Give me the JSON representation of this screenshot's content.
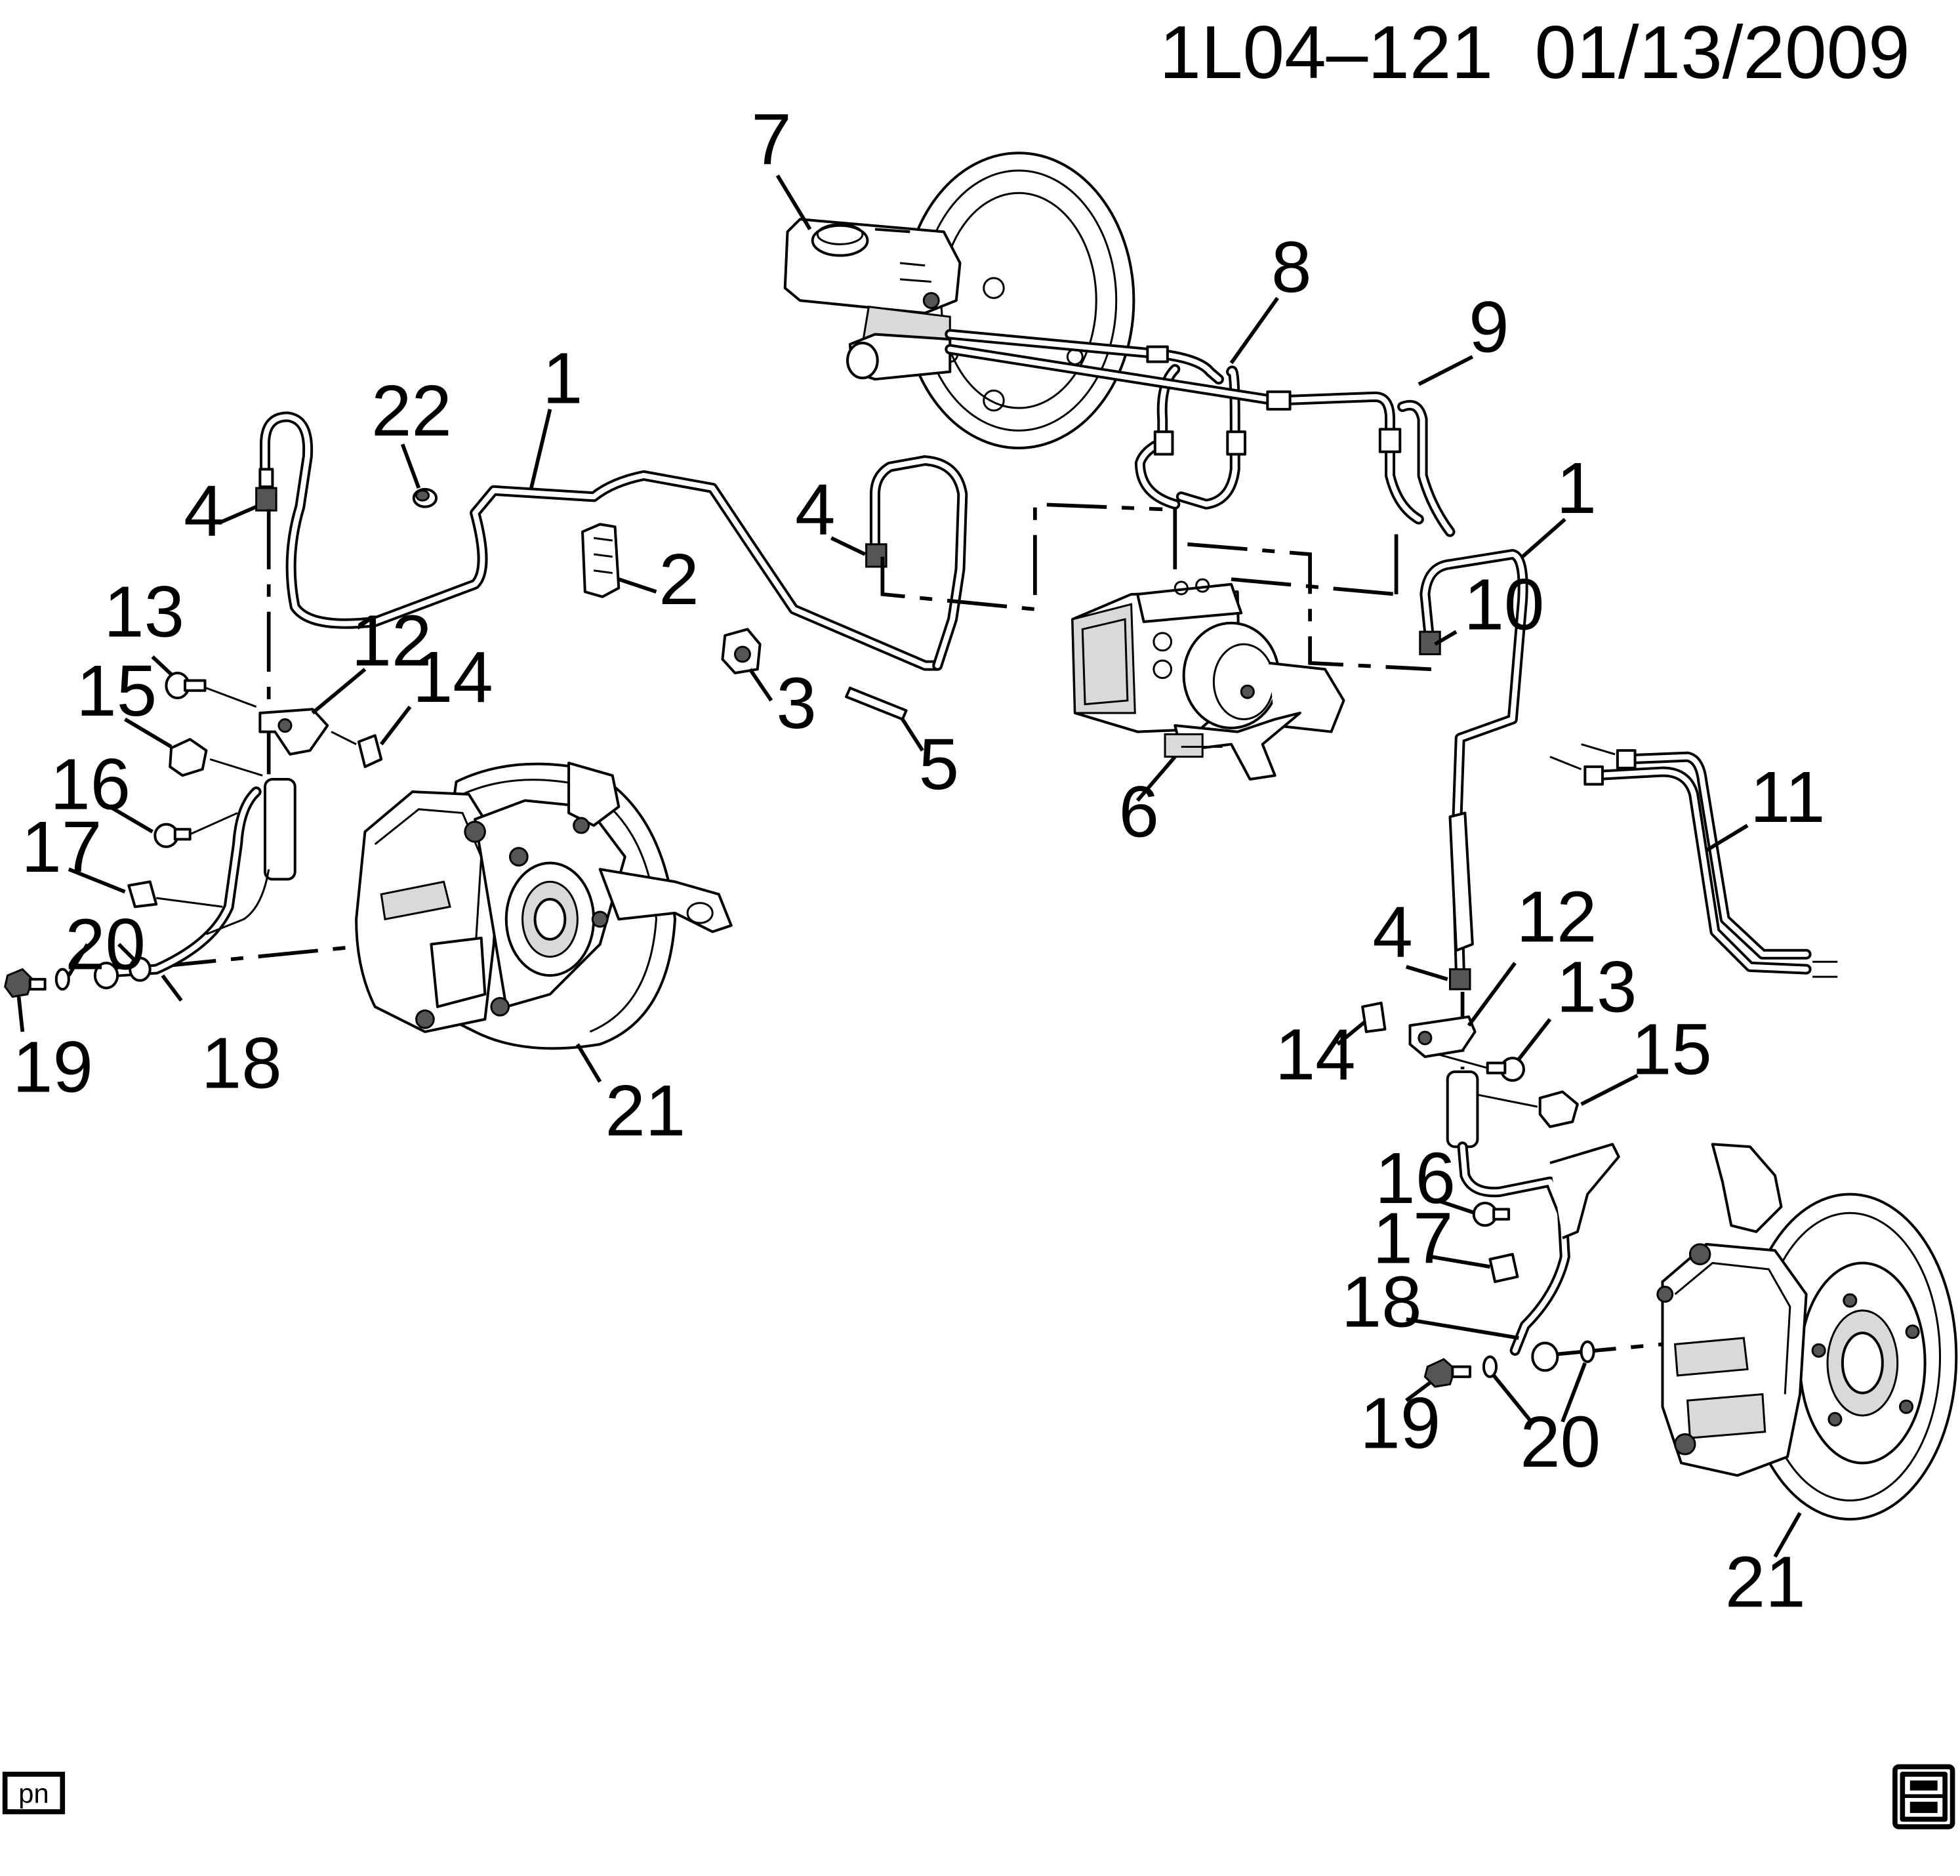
{
  "drawing_id": "1L04–121  01/13/2009",
  "corner_badge": {
    "label": "pn",
    "icon": "gm-spo-logo-icon"
  },
  "callouts": [
    {
      "id": "c1a",
      "label": "1"
    },
    {
      "id": "c1b",
      "label": "1"
    },
    {
      "id": "c2",
      "label": "2"
    },
    {
      "id": "c3",
      "label": "3"
    },
    {
      "id": "c4a",
      "label": "4"
    },
    {
      "id": "c4b",
      "label": "4"
    },
    {
      "id": "c4c",
      "label": "4"
    },
    {
      "id": "c5",
      "label": "5"
    },
    {
      "id": "c6",
      "label": "6"
    },
    {
      "id": "c7",
      "label": "7"
    },
    {
      "id": "c8",
      "label": "8"
    },
    {
      "id": "c9",
      "label": "9"
    },
    {
      "id": "c10",
      "label": "10"
    },
    {
      "id": "c11",
      "label": "11"
    },
    {
      "id": "c12a",
      "label": "12"
    },
    {
      "id": "c12b",
      "label": "12"
    },
    {
      "id": "c13a",
      "label": "13"
    },
    {
      "id": "c13b",
      "label": "13"
    },
    {
      "id": "c14a",
      "label": "14"
    },
    {
      "id": "c14b",
      "label": "14"
    },
    {
      "id": "c15a",
      "label": "15"
    },
    {
      "id": "c15b",
      "label": "15"
    },
    {
      "id": "c16a",
      "label": "16"
    },
    {
      "id": "c16b",
      "label": "16"
    },
    {
      "id": "c17a",
      "label": "17"
    },
    {
      "id": "c17b",
      "label": "17"
    },
    {
      "id": "c18a",
      "label": "18"
    },
    {
      "id": "c18b",
      "label": "18"
    },
    {
      "id": "c19a",
      "label": "19"
    },
    {
      "id": "c19b",
      "label": "19"
    },
    {
      "id": "c20a",
      "label": "20"
    },
    {
      "id": "c20b",
      "label": "20"
    },
    {
      "id": "c21a",
      "label": "21"
    },
    {
      "id": "c21b",
      "label": "21"
    },
    {
      "id": "c22",
      "label": "22"
    }
  ]
}
